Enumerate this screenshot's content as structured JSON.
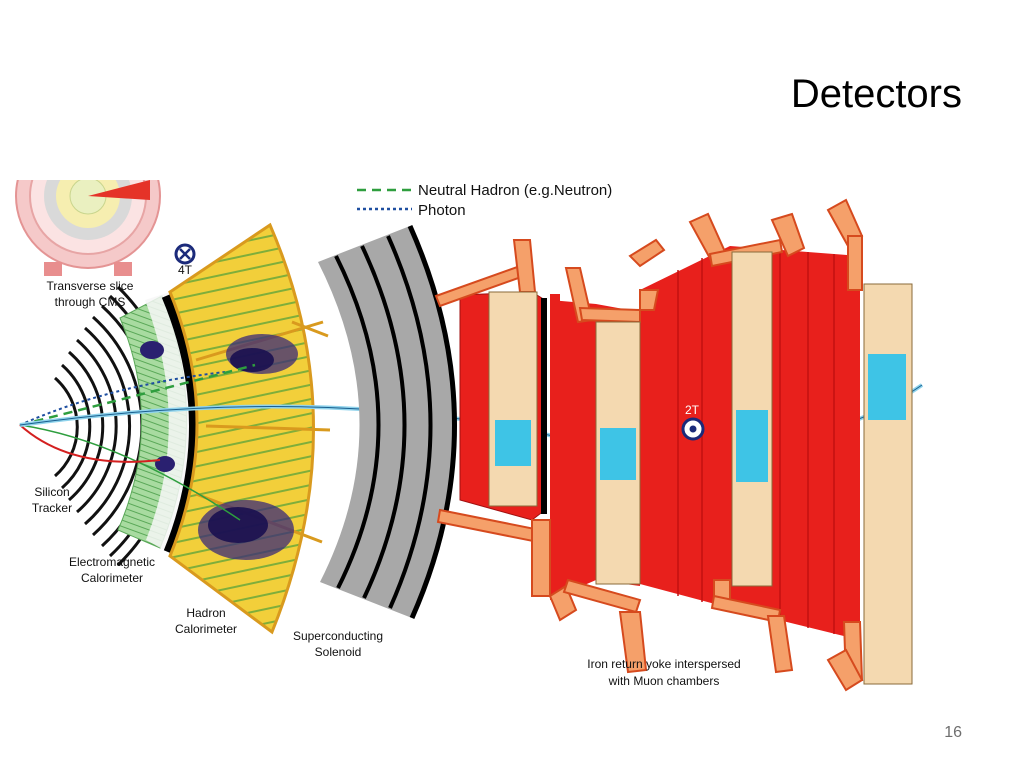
{
  "slide": {
    "title": "Detectors",
    "page_number": "16"
  },
  "legend": [
    {
      "label": "Neutral Hadron (e.g.Neutron)",
      "color": "#2e9e3e",
      "style": "dashed"
    },
    {
      "label": "Photon",
      "color": "#1f4fa0",
      "style": "dotted"
    }
  ],
  "labels": {
    "transverse_line1": "Transverse slice",
    "transverse_line2": "through CMS",
    "field_inner": "4T",
    "field_outer": "2T",
    "silicon_line1": "Silicon",
    "silicon_line2": "Tracker",
    "ecal_line1": "Electromagnetic",
    "ecal_line2": "Calorimeter",
    "hcal_line1": "Hadron",
    "hcal_line2": "Calorimeter",
    "solenoid_line1": "Superconducting",
    "solenoid_line2": "Solenoid",
    "yoke_line1": "Iron return yoke interspersed",
    "yoke_line2": "with Muon chambers"
  },
  "colors": {
    "hcal": "#f2cf3a",
    "hcal_border": "#d99a1e",
    "ecal": "#9ed69a",
    "solenoid": "#a8a8a8",
    "yoke": "#e8201c",
    "yoke_arm": "#f5a06a",
    "muon_chamber": "#f4d9b0",
    "muon_hit": "#3ec4e6",
    "field_symbol": "#1b2a7a",
    "muon_track": "#8fd3ec"
  }
}
